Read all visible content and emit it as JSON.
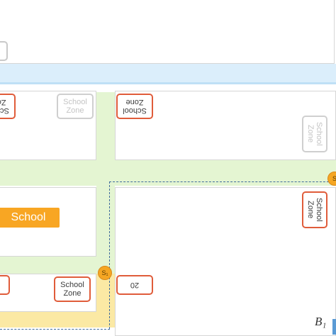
{
  "school": {
    "label": "School"
  },
  "signs": [
    {
      "id": "school_zone_left_top",
      "text": "School\nZone",
      "style": "active",
      "orientation": "rotated-180"
    },
    {
      "id": "school_zone_grey_top",
      "text": "School\nZone",
      "style": "inactive",
      "orientation": "normal"
    },
    {
      "id": "school_zone_mid_top",
      "text": "School\nZone",
      "style": "active",
      "orientation": "rotated-180"
    },
    {
      "id": "school_zone_grey_right",
      "text": "School\nZone",
      "style": "inactive",
      "orientation": "vertical"
    },
    {
      "id": "school_zone_right",
      "text": "School\nZone",
      "style": "active",
      "orientation": "vertical"
    },
    {
      "id": "school_zone_bottom",
      "text": "School\nZone",
      "style": "active",
      "orientation": "normal"
    },
    {
      "id": "speed_20_bottom",
      "text": "20",
      "style": "active",
      "orientation": "rotated-180"
    }
  ],
  "stops": [
    {
      "id": "s1",
      "label": "S₁"
    },
    {
      "id": "s2",
      "label": "S"
    }
  ],
  "block_label": "B₁",
  "colors": {
    "blue_road": "#dbeefb",
    "green_road": "#e4f5d2",
    "yellow_road": "#fbe9a4",
    "sign_border": "#e05c3a",
    "sign_inactive": "#cfcfcf",
    "school_fill": "#f8a623",
    "stop_fill": "#f5a623",
    "route_line": "#3f6b9c"
  }
}
